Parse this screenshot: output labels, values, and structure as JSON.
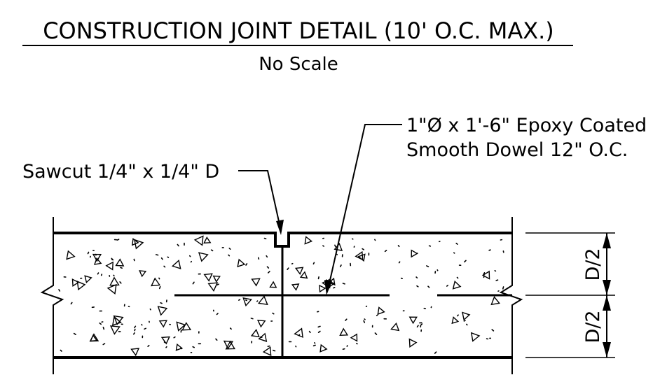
{
  "title": "CONSTRUCTION JOINT DETAIL (10' O.C. MAX.)",
  "subtitle": "No Scale",
  "callouts": {
    "sawcut": "Sawcut 1/4\" x 1/4\" D",
    "dowel_line1": "1\"Ø x 1'-6\" Epoxy Coated",
    "dowel_line2": "Smooth Dowel 12\" O.C."
  },
  "dimensions": {
    "upper": "D/2",
    "lower": "D/2"
  },
  "colors": {
    "line": "#000000",
    "background": "#ffffff"
  }
}
